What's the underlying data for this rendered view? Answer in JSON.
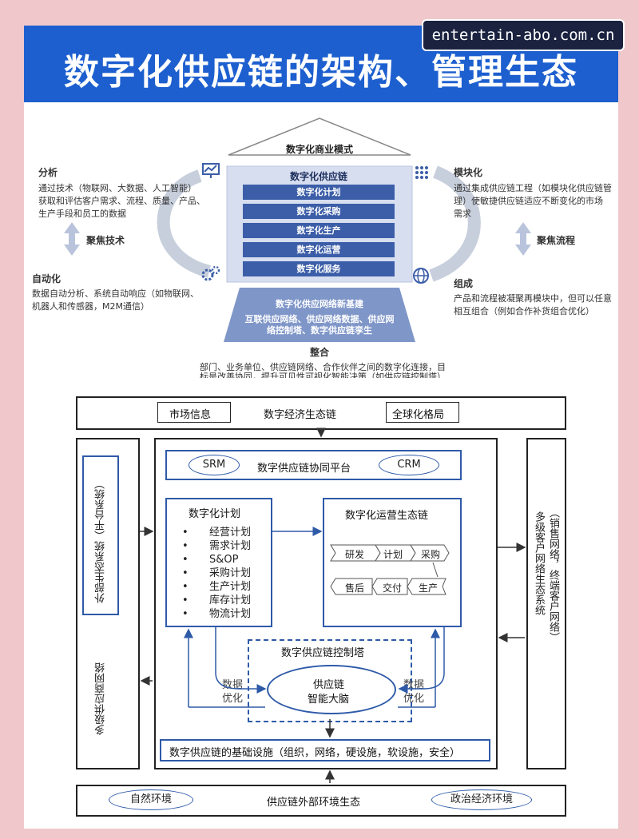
{
  "watermark": "entertain-abo.com.cn",
  "title": "数字化供应链的架构、管理生态",
  "top": {
    "roof_label": "数字化商业模式",
    "core_title": "数字化供应链",
    "core_bars": [
      "数字化计划",
      "数字化采购",
      "数字化生产",
      "数字化运营",
      "数字化服务"
    ],
    "base_title": "数字化供应网络新基建",
    "base_text_1": "互联供应网络、供应网络数据、供应网",
    "base_text_2": "络控制塔、数字供应链孪生",
    "analysis_title": "分析",
    "analysis_text_1": "通过技术（物联网、大数据、人工智能）",
    "analysis_text_2": "获取和评估客户需求、流程、质量、产品、",
    "analysis_text_3": "生产手段和员工的数据",
    "focus_tech": "聚焦技术",
    "auto_title": "自动化",
    "auto_text_1": "数据自动分析、系统自动响应（如物联网、",
    "auto_text_2": "机器人和传感器，M2M通信）",
    "module_title": "模块化",
    "module_text_1": "通过集成供应链工程（如模块化供应链管",
    "module_text_2": "理）使敏捷供应链适应不断变化的市场",
    "module_text_3": "需求",
    "focus_flow": "聚焦流程",
    "compose_title": "组成",
    "compose_text_1": "产品和流程被凝聚再模块中，但可以任意",
    "compose_text_2": "相互组合（例如合作补货组合优化）",
    "integrate_title": "整合",
    "integrate_text_1": "部门、业务单位、供应链网络、合作伙伴之间的数字化连接，目",
    "integrate_text_2": "标是改善协同，提升可见性可视化智能决策（如供应链控制塔）"
  },
  "bottom": {
    "market_info": "市场信息",
    "digital_eco_chain": "数字经济生态链",
    "globalization": "全球化格局",
    "srm": "SRM",
    "platform": "数字供应链协同平台",
    "crm": "CRM",
    "plan_title": "数字化计划",
    "plan_items": [
      "经营计划",
      "需求计划",
      "S&OP",
      "采购计划",
      "生产计划",
      "库存计划",
      "物流计划"
    ],
    "ops_title": "数字化运营生态链",
    "ops_chain_top": [
      "研发",
      "计划",
      "采购"
    ],
    "ops_chain_bottom": [
      "售后",
      "交付",
      "生产"
    ],
    "control_tower": "数字供应链控制塔",
    "brain_1": "供应链",
    "brain_2": "智能大脑",
    "data_opt_left_1": "数据",
    "data_opt_left_2": "优化",
    "data_opt_right_1": "数据",
    "data_opt_right_2": "优化",
    "infra": "数字供应链的基础设施（组织，网络，硬设施，软设施，安全）",
    "external_platform": "外部生态系统（平台系统）",
    "supplier_network": "多级供应商网络",
    "customer_network_1": "多级客户网络生态系统",
    "customer_network_2": "（销售网络，终端客户网络）",
    "natural_env": "自然环境",
    "external_env": "供应链外部环境生态",
    "political_env": "政治经济环境"
  }
}
